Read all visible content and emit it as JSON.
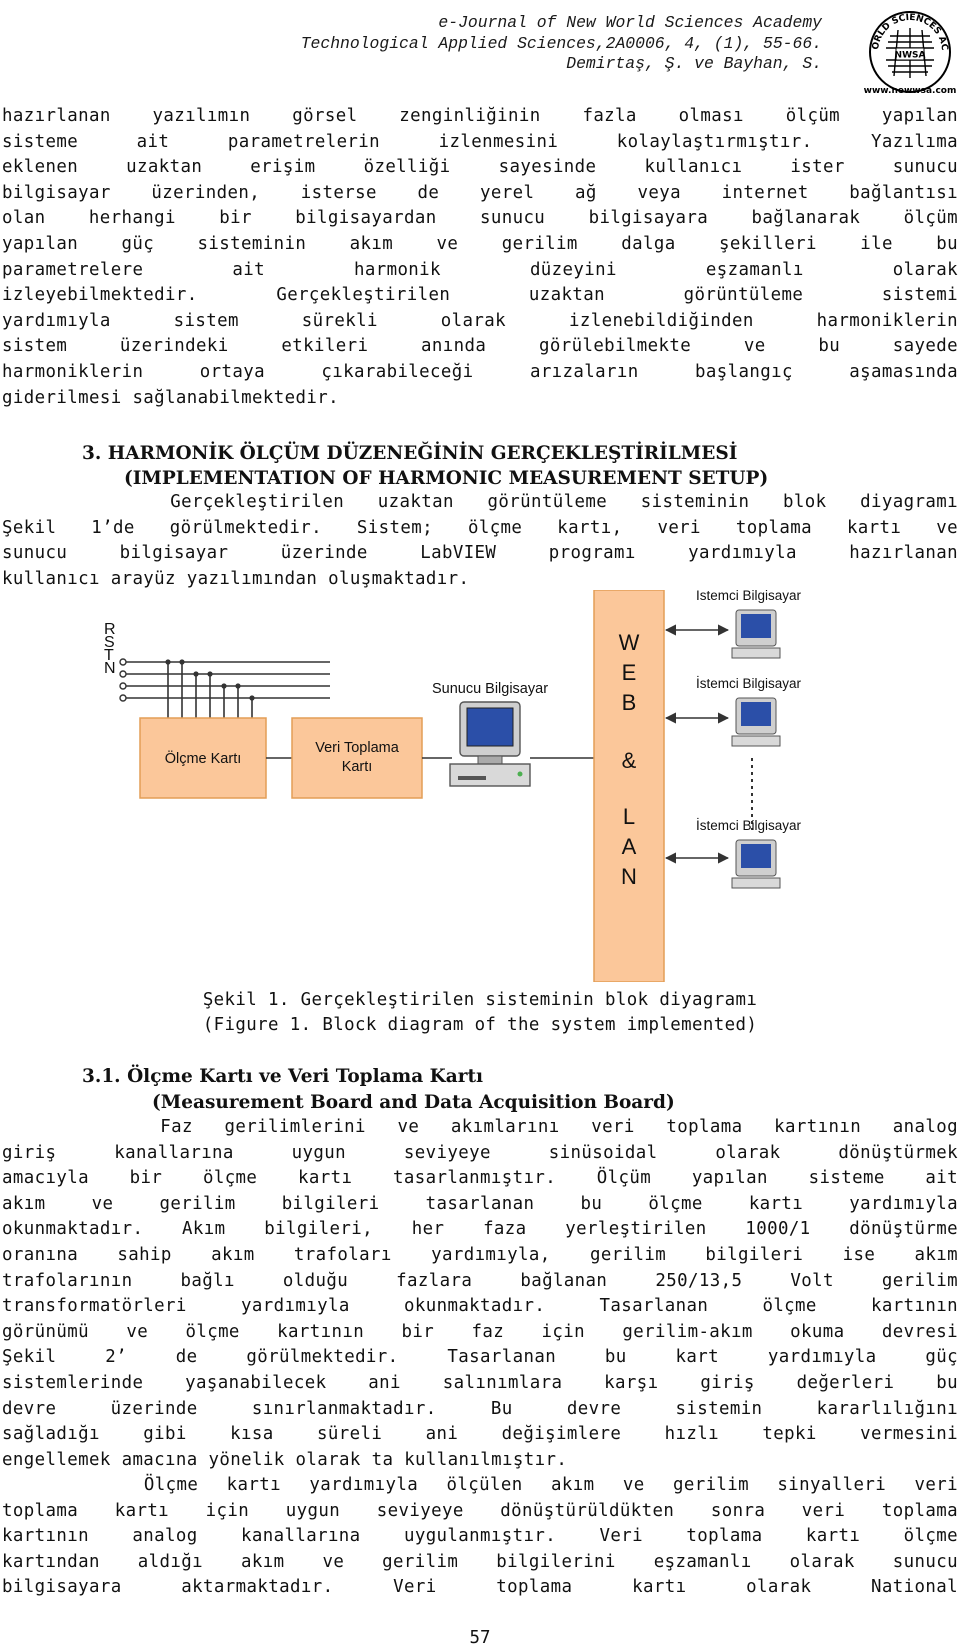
{
  "header": {
    "journal": "e-Journal of New World Sciences Academy",
    "citation": "Technological Applied Sciences,2A0006, 4, (1), 55-66.",
    "authors": "Demirtaş, Ş. ve Bayhan, S.",
    "logo_text_top": "NEW WORLD SCIENCES ACADEMY",
    "logo_text_center": "NWSA",
    "logo_text_bottom": "www.newwsa.com"
  },
  "para1": [
    "hazırlanan yazılımın görsel zenginliğinin fazla olması ölçüm yapılan",
    "sisteme ait parametrelerin izlenmesini kolaylaştırmıştır. Yazılıma",
    "eklenen uzaktan erişim özelliği sayesinde kullanıcı ister sunucu",
    "bilgisayar üzerinden, isterse de yerel ağ veya internet bağlantısı",
    "olan herhangi bir bilgisayardan sunucu bilgisayara bağlanarak ölçüm",
    "yapılan güç sisteminin akım ve gerilim dalga şekilleri ile bu",
    "parametrelere ait harmonik düzeyini eşzamanlı olarak",
    "izleyebilmektedir. Gerçekleştirilen uzaktan görüntüleme sistemi",
    "yardımıyla sistem sürekli olarak izlenebildiğinden harmoniklerin",
    "sistem üzerindeki etkileri anında görülebilmekte ve bu sayede",
    "harmoniklerin ortaya çıkarabileceği arızaların başlangıç aşamasında",
    "giderilmesi sağlanabilmektedir."
  ],
  "section3": {
    "title_line1": "3. HARMONİK ÖLÇÜM DÜZENEĞİNİN GERÇEKLEŞTİRİLMESİ",
    "title_line2": "(IMPLEMENTATION OF HARMONIC MEASUREMENT SETUP)",
    "para": [
      "     Gerçekleştirilen uzaktan görüntüleme sisteminin blok diyagramı",
      "Şekil 1’de görülmektedir. Sistem; ölçme kartı, veri toplama kartı ve",
      "sunucu bilgisayar üzerinde LabVIEW programı yardımıyla hazırlanan",
      "kullanıcı arayüz yazılımından oluşmaktadır."
    ]
  },
  "figure": {
    "phase_labels": [
      "R",
      "S",
      "T",
      "N"
    ],
    "measure_card": "Ölçme Kartı",
    "daq_card_line1": "Veri Toplama",
    "daq_card_line2": "Kartı",
    "server": "Sunucu Bilgisayar",
    "web_letters": [
      "W",
      "E",
      "B",
      "&",
      "L",
      "A",
      "N"
    ],
    "clients": [
      "İstemci Bilgisayar",
      "İstemci Bilgisayar",
      "İstemci Bilgisayar"
    ],
    "colors": {
      "box_fill": "#fbc79a",
      "box_border": "#e39d56",
      "wire": "#333333",
      "screen": "#2b4fa8"
    }
  },
  "caption": {
    "line1": "Şekil 1. Gerçekleştirilen sisteminin blok diyagramı",
    "line2": "(Figure 1. Block diagram of the system implemented)"
  },
  "section31": {
    "title_line1": "3.1. Ölçme Kartı ve Veri Toplama Kartı",
    "title_line2": "(Measurement Board and Data Acquisition Board)",
    "para1": [
      "     Faz gerilimlerini ve akımlarını veri toplama kartının analog",
      "giriş kanallarına uygun seviyeye sinüsoidal olarak dönüştürmek",
      "amacıyla bir ölçme kartı tasarlanmıştır. Ölçüm yapılan sisteme ait",
      "akım ve gerilim bilgileri tasarlanan bu ölçme kartı yardımıyla",
      "okunmaktadır. Akım bilgileri, her faza yerleştirilen 1000/1 dönüştürme",
      "oranına sahip akım trafoları yardımıyla, gerilim bilgileri ise akım",
      "trafolarının bağlı olduğu fazlara bağlanan 250/13,5 Volt gerilim",
      "transformatörleri yardımıyla okunmaktadır. Tasarlanan ölçme kartının",
      "görünümü ve ölçme kartının bir faz için gerilim-akım okuma devresi",
      "Şekil 2’ de görülmektedir. Tasarlanan bu kart yardımıyla güç",
      "sistemlerinde yaşanabilecek ani salınımlara karşı giriş değerleri bu",
      "devre üzerinde sınırlanmaktadır. Bu devre sistemin kararlılığını",
      "sağladığı gibi kısa süreli ani değişimlere hızlı tepki vermesini",
      "engellemek amacına yönelik olarak ta kullanılmıştır."
    ],
    "para2": [
      "     Ölçme kartı yardımıyla ölçülen akım ve gerilim sinyalleri veri",
      "toplama kartı için uygun seviyeye dönüştürüldükten sonra veri toplama",
      "kartının analog kanallarına uygulanmıştır. Veri toplama kartı ölçme",
      "kartından aldığı akım ve gerilim bilgilerini eşzamanlı olarak sunucu",
      "bilgisayara aktarmaktadır. Veri toplama kartı olarak National"
    ]
  },
  "page_number": "57"
}
